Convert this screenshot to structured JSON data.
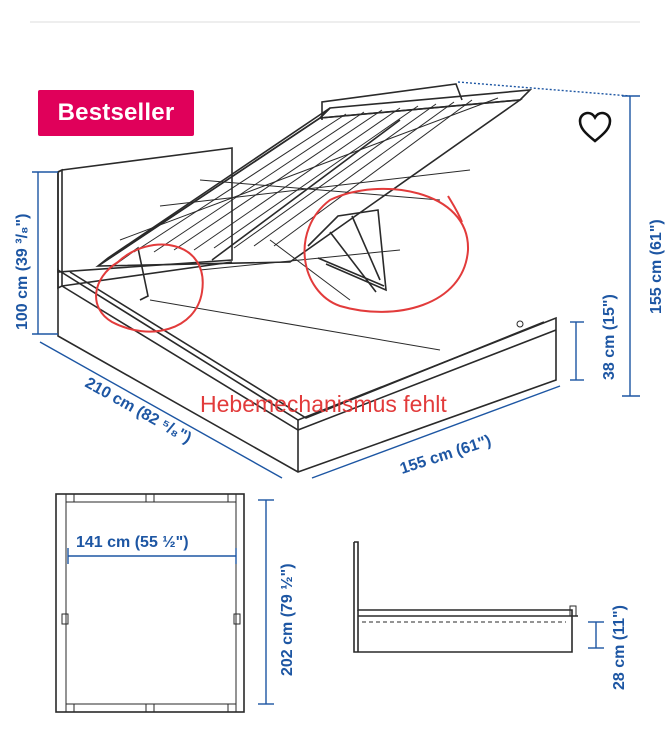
{
  "badge": {
    "label": "Bestseller"
  },
  "icons": {
    "favorite": "heart-outline-icon"
  },
  "annotation": {
    "text": "Hebemechanismus fehlt",
    "color": "#e23b3b"
  },
  "colors": {
    "dimension": "#1d56a3",
    "badge": "#e0005a"
  },
  "dimensions": {
    "headboard_height": "100 cm (39 ³/₈\")",
    "total_height": "155 cm (61\")",
    "side_height": "38 cm (15\")",
    "length": "210 cm (82 ⁵/₈\")",
    "width": "155 cm (61\")",
    "inner_width": "141 cm (55 ½\")",
    "inner_length": "202 cm (79 ½\")",
    "clearance": "28 cm (11\")"
  }
}
